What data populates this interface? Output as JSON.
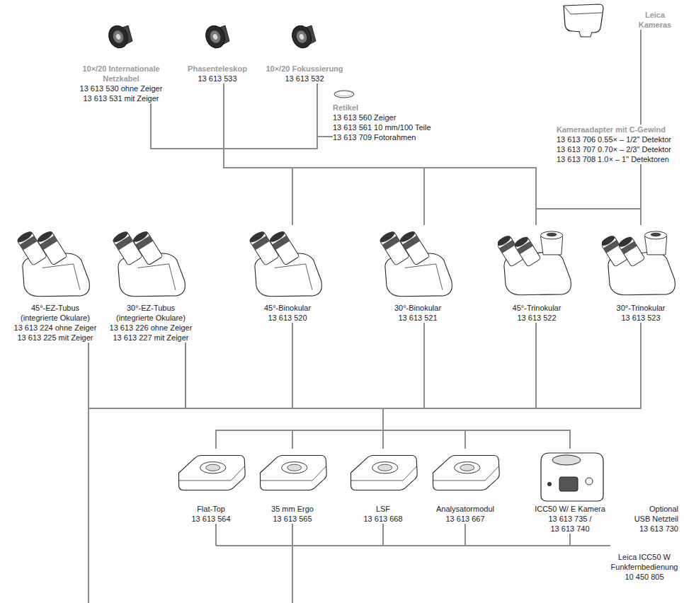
{
  "diagram": {
    "nodes": [
      {
        "text": [
          "10×/20 Internationale Netzkabel",
          "13 613 530 ohne Zeiger",
          "13 613 531 mit Zeiger"
        ]
      },
      {
        "text": [
          "Phasenteleskop",
          "13 613 533"
        ]
      },
      {
        "text": [
          "10×/20 Fokussierung",
          "13 613 532"
        ]
      },
      {
        "text": [
          "Retikel",
          "13 613 560 Zeiger",
          "13 613 561 10 mm/100 Teile",
          "13 613 709 Fotorahmen"
        ]
      },
      {
        "text": [
          "Leica Kameras"
        ]
      },
      {
        "text": [
          "Kameraadapter mit C-Gewind",
          "13 613 706 0.55× – 1/2\" Detektor",
          "13 613 707 0.70× – 2/3\" Detektor",
          "13 613 708 1.0× – 1\" Detektoren"
        ]
      },
      {
        "text": [
          "45°-EZ-Tubus (integrierte Okulare)",
          "13 613 224 ohne Zeiger",
          "13 613 225 mit Zeiger"
        ]
      },
      {
        "text": [
          "30°-EZ-Tubus (integrierte Okulare)",
          "13 613 226 ohne Zeiger",
          "13 613 227 mit Zeiger"
        ]
      },
      {
        "text": [
          "45°-Binokular",
          "13 613 520"
        ]
      },
      {
        "text": [
          "30°-Binokular",
          "13 613 521"
        ]
      },
      {
        "text": [
          "45°-Trinokular",
          "13 613 522"
        ]
      },
      {
        "text": [
          "30°-Trinokular",
          "13 613 523"
        ]
      },
      {
        "text": [
          "Flat-Top",
          "13 613 564"
        ]
      },
      {
        "text": [
          "35 mm Ergo",
          "13 613 565"
        ]
      },
      {
        "text": [
          "LSF",
          "13 613 668"
        ]
      },
      {
        "text": [
          "Analysatormodul",
          "13 613 667"
        ]
      },
      {
        "text": [
          "ICC50 W/ E Kamera",
          "13 613 735 / 13 613 740"
        ]
      }
    ],
    "edges": [
      {
        "from": 0,
        "to": 8,
        "arrow": "none"
      },
      {
        "from": 0,
        "to": 9,
        "arrow": "none"
      },
      {
        "from": 0,
        "to": 10,
        "arrow": "none"
      },
      {
        "from": 0,
        "to": 11,
        "arrow": "none"
      },
      {
        "from": 1,
        "to": 8,
        "arrow": "none"
      },
      {
        "from": 1,
        "to": 9,
        "arrow": "none"
      },
      {
        "from": 1,
        "to": 10,
        "arrow": "none"
      },
      {
        "from": 1,
        "to": 11,
        "arrow": "none"
      },
      {
        "from": 2,
        "to": 8,
        "arrow": "none"
      },
      {
        "from": 2,
        "to": 9,
        "arrow": "none"
      },
      {
        "from": 2,
        "to": 10,
        "arrow": "none"
      },
      {
        "from": 2,
        "to": 11,
        "arrow": "none"
      },
      {
        "from": 3,
        "to": 2,
        "arrow": "none"
      },
      {
        "from": 4,
        "to": 5,
        "arrow": "none"
      },
      {
        "from": 5,
        "to": 10,
        "arrow": "none"
      },
      {
        "from": 5,
        "to": 11,
        "arrow": "none"
      },
      {
        "from": 6,
        "to": 12,
        "arrow": "none"
      },
      {
        "from": 6,
        "to": 13,
        "arrow": "none"
      },
      {
        "from": 6,
        "to": 14,
        "arrow": "none"
      },
      {
        "from": 6,
        "to": 15,
        "arrow": "none"
      },
      {
        "from": 6,
        "to": 16,
        "arrow": "none"
      },
      {
        "from": 7,
        "to": 12,
        "arrow": "none"
      },
      {
        "from": 7,
        "to": 13,
        "arrow": "none"
      },
      {
        "from": 7,
        "to": 14,
        "arrow": "none"
      },
      {
        "from": 7,
        "to": 15,
        "arrow": "none"
      },
      {
        "from": 7,
        "to": 16,
        "arrow": "none"
      },
      {
        "from": 8,
        "to": 12,
        "arrow": "none"
      },
      {
        "from": 8,
        "to": 13,
        "arrow": "none"
      },
      {
        "from": 8,
        "to": 14,
        "arrow": "none"
      },
      {
        "from": 8,
        "to": 15,
        "arrow": "none"
      },
      {
        "from": 8,
        "to": 16,
        "arrow": "none"
      },
      {
        "from": 9,
        "to": 12,
        "arrow": "none"
      },
      {
        "from": 9,
        "to": 13,
        "arrow": "none"
      },
      {
        "from": 9,
        "to": 14,
        "arrow": "none"
      },
      {
        "from": 9,
        "to": 15,
        "arrow": "none"
      },
      {
        "from": 9,
        "to": 16,
        "arrow": "none"
      },
      {
        "from": 10,
        "to": 12,
        "arrow": "none"
      },
      {
        "from": 10,
        "to": 13,
        "arrow": "none"
      },
      {
        "from": 10,
        "to": 14,
        "arrow": "none"
      },
      {
        "from": 10,
        "to": 15,
        "arrow": "none"
      },
      {
        "from": 10,
        "to": 16,
        "arrow": "none"
      },
      {
        "from": 11,
        "to": 12,
        "arrow": "none"
      },
      {
        "from": 11,
        "to": 13,
        "arrow": "none"
      },
      {
        "from": 11,
        "to": 14,
        "arrow": "none"
      },
      {
        "from": 11,
        "to": 15,
        "arrow": "none"
      },
      {
        "from": 11,
        "to": 16,
        "arrow": "none"
      }
    ],
    "labels": [
      "Optional",
      "USB Netzteil",
      "13 613 730",
      "Leica ICC50 W",
      "Funkfernbedienung",
      "10 450 805"
    ]
  }
}
